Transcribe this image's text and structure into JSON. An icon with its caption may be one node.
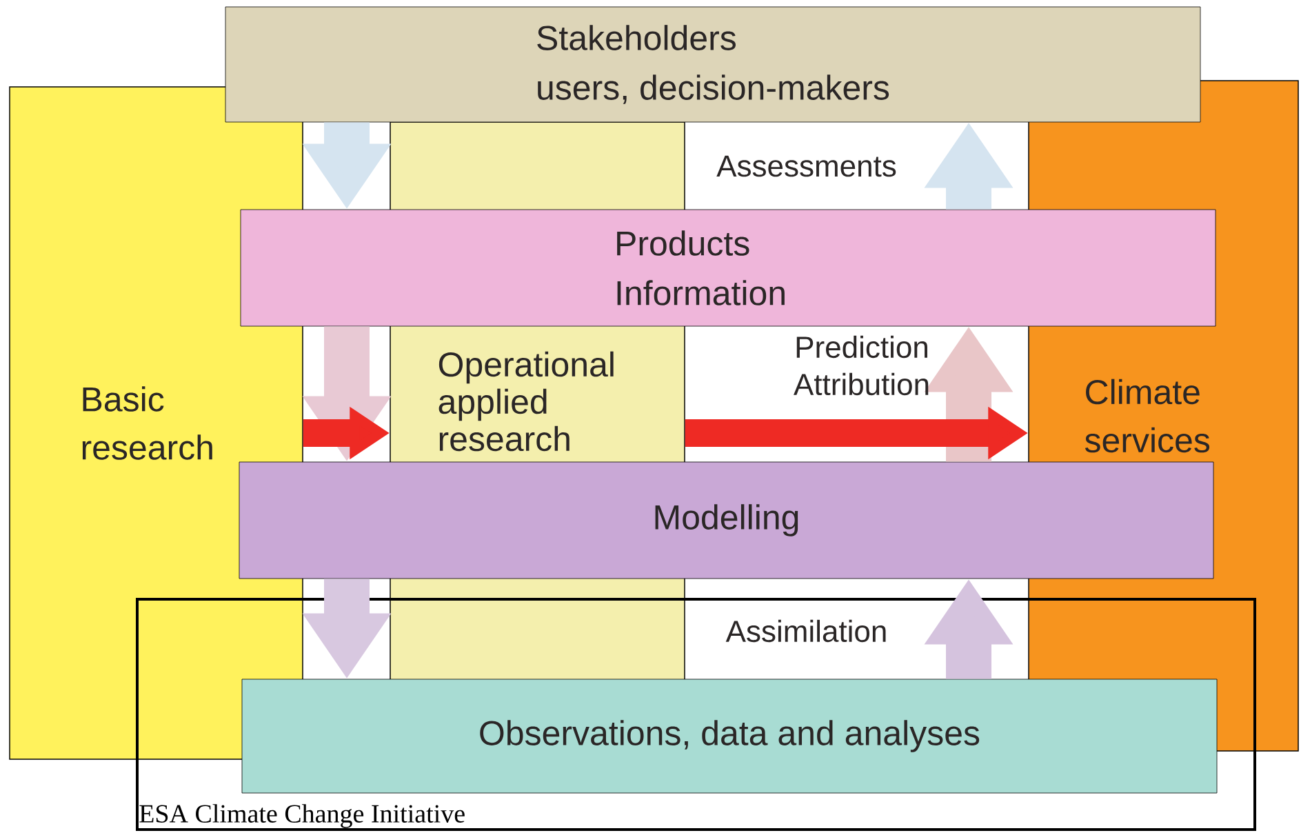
{
  "diagram": {
    "nodes": [
      {
        "text": [
          "Stakeholders",
          "users, decision-makers"
        ]
      },
      {
        "text": [
          "Products Information"
        ]
      },
      {
        "text": [
          "Basic research"
        ]
      },
      {
        "text": [
          "Operational applied research"
        ]
      },
      {
        "text": [
          "Climate services"
        ]
      },
      {
        "text": [
          "Modelling"
        ]
      },
      {
        "text": [
          "ESA Climate Change Initiative"
        ]
      },
      {
        "text": [
          "Observations, data and analyses"
        ],
        "in": 6
      }
    ],
    "edges": [
      {
        "from": 0,
        "to": 1,
        "arrow": "to",
        "color": "#d5e4f0"
      },
      {
        "from": 1,
        "to": 5,
        "arrow": "to",
        "color": "#e8c9d4"
      },
      {
        "from": 5,
        "to": 7,
        "arrow": "to",
        "color": "#d8c8e0"
      },
      {
        "from": 1,
        "to": 0,
        "arrow": "to",
        "label": "Assessments",
        "color": "#d5e4f0"
      },
      {
        "from": 5,
        "to": 1,
        "arrow": "to",
        "label": "Prediction Attribution",
        "color": "#e9c6c8"
      },
      {
        "from": 7,
        "to": 5,
        "arrow": "to",
        "label": "Assimilation",
        "color": "#d5c3de"
      },
      {
        "from": 2,
        "to": 3,
        "arrow": "to",
        "color": "#ee2a24"
      },
      {
        "from": 3,
        "to": 4,
        "arrow": "to",
        "color": "#ee2a24"
      }
    ]
  }
}
